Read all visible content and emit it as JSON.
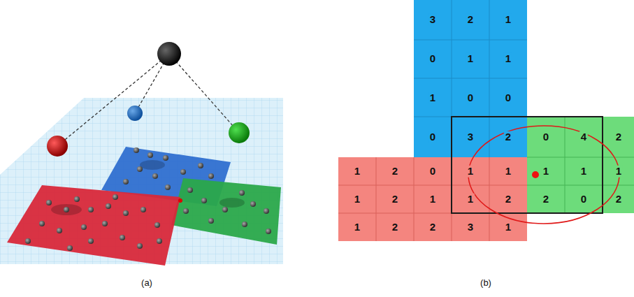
{
  "diagram": {
    "labels": [
      "3",
      "2",
      "1",
      "0",
      "1",
      "1",
      "1",
      "0",
      "0",
      "0",
      "3",
      "2",
      "0",
      "4",
      "2",
      "1",
      "2",
      "0",
      "1",
      "1",
      "1",
      "1",
      "1",
      "1",
      "2",
      "1",
      "1",
      "2",
      "2",
      "0",
      "2",
      "1",
      "2",
      "2",
      "3",
      "1",
      "(a)",
      "(b)"
    ]
  }
}
